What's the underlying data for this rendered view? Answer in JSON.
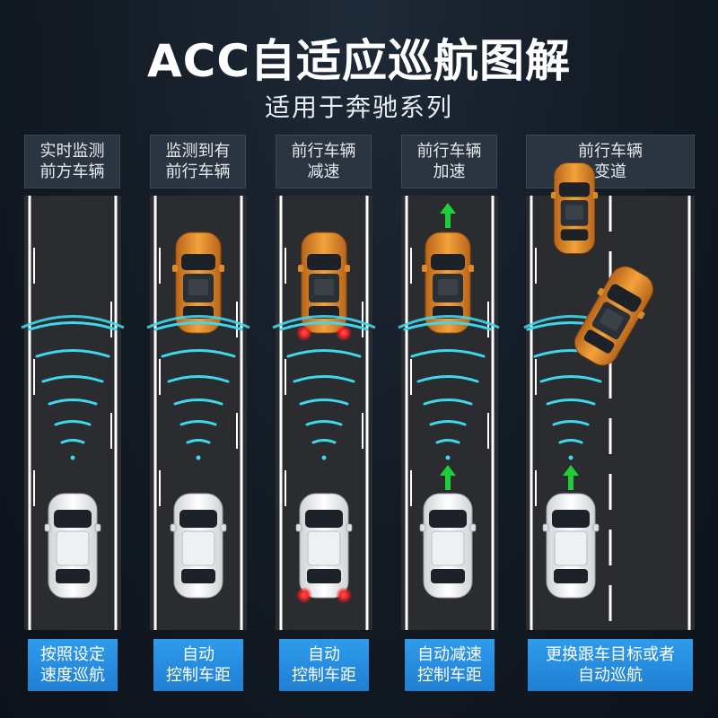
{
  "title": "ACC自适应巡航图解",
  "subtitle": "适用于奔驰系列",
  "columns": [
    {
      "header": "实时监测\n前方车辆",
      "footer": "按照设定\n速度巡航"
    },
    {
      "header": "监测到有\n前行车辆",
      "footer": "自动\n控制车距"
    },
    {
      "header": "前行车辆\n减速",
      "footer": "自动\n控制车距"
    },
    {
      "header": "前行车辆\n加速",
      "footer": "自动减速\n控制车距"
    },
    {
      "header": "前行车辆\n变道",
      "footer": "更换跟车目标或者\n自动巡航"
    }
  ],
  "colors": {
    "road": "#2a2c30",
    "lane_line": "#ffffff",
    "radar": "#3fd6ee",
    "lead_car": "#e08a22",
    "brake_light": "#ff1e1e",
    "arrow": "#1fcf3a",
    "footer": "#2589de"
  }
}
